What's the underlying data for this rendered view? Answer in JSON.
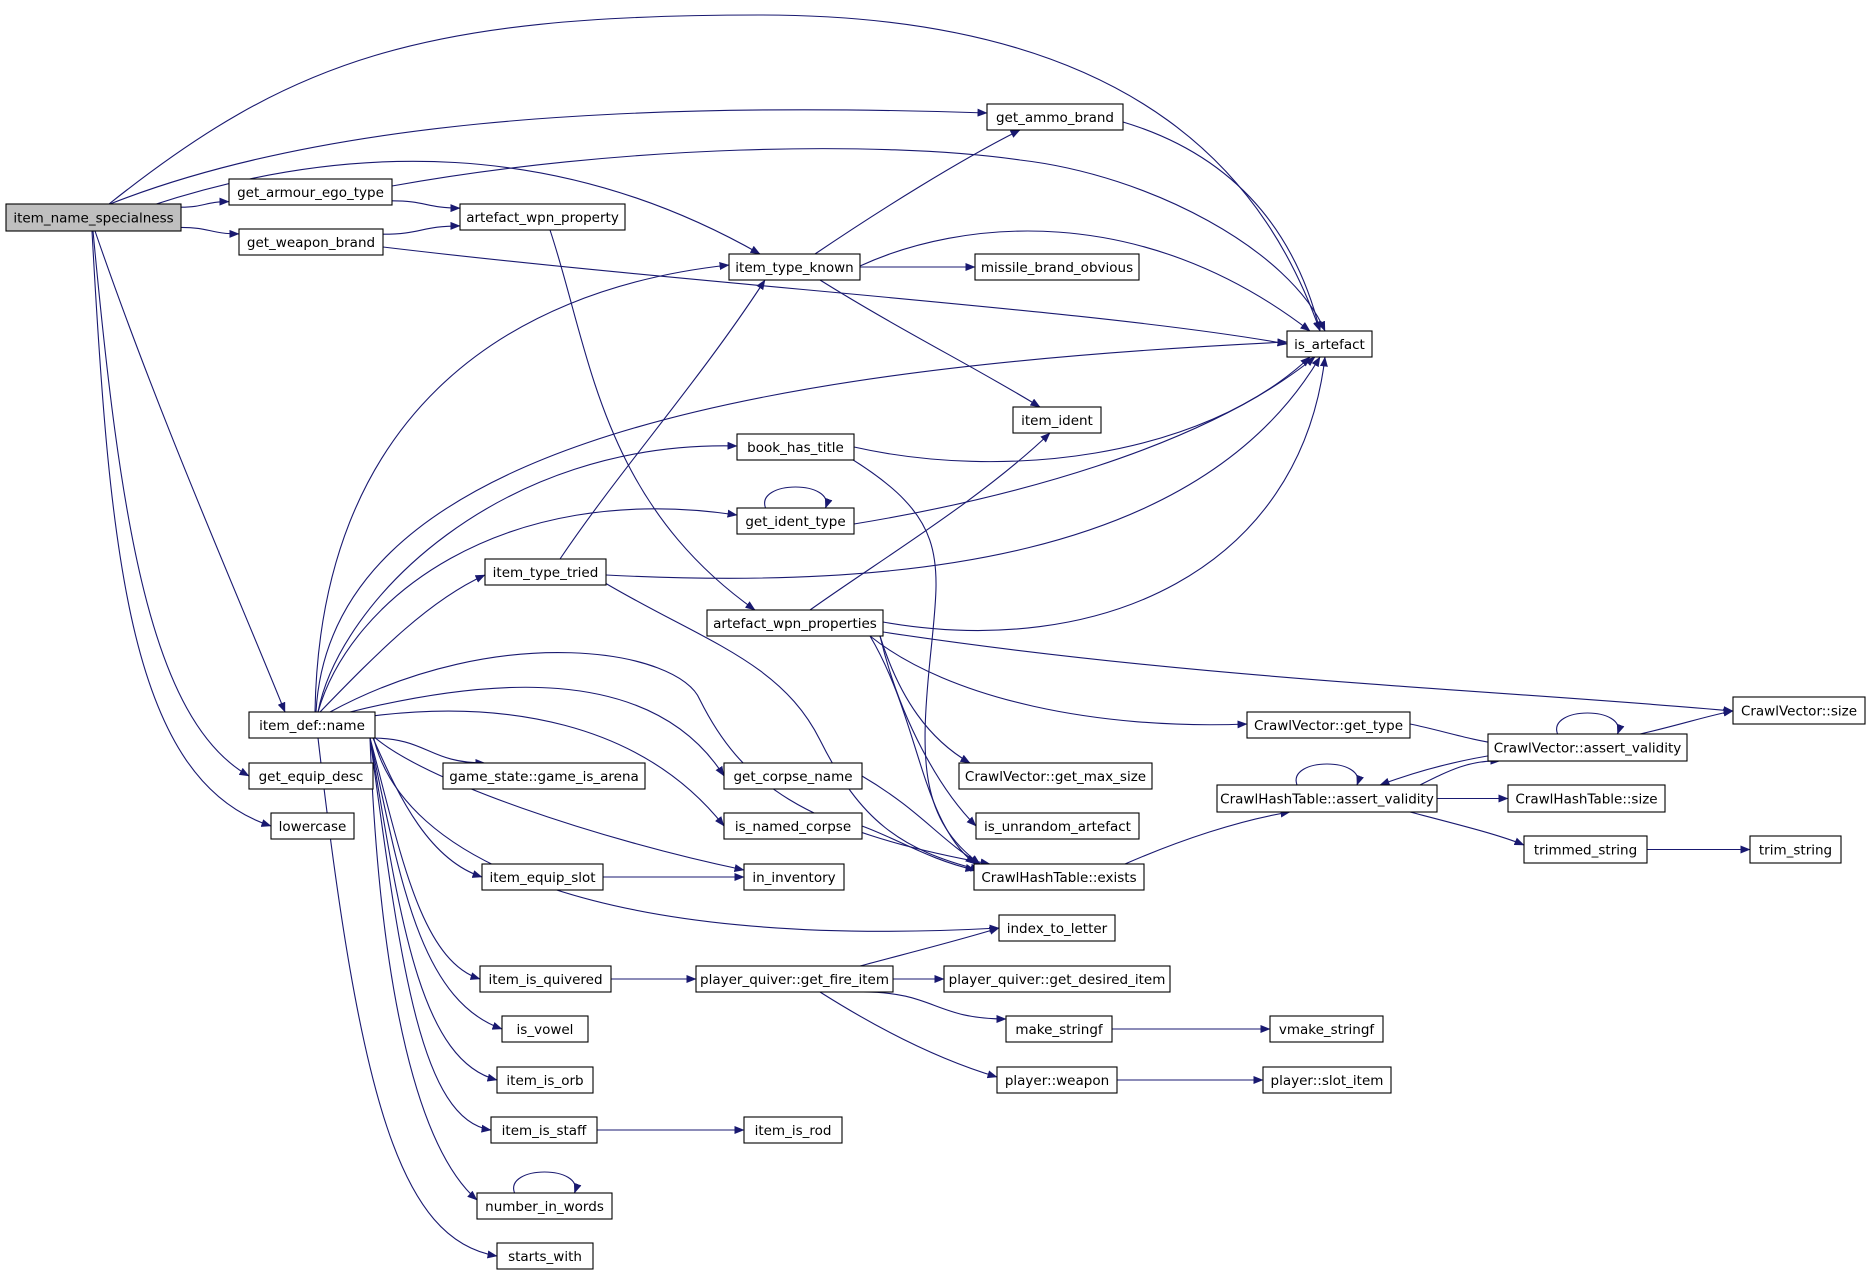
{
  "colors": {
    "edge": "#191970",
    "root_fill": "#bfbfbf",
    "node_fill": "#ffffff",
    "node_stroke": "#000000"
  },
  "root": "item_name_specialness",
  "nodes": {
    "item_name_specialness": "item_name_specialness",
    "get_armour_ego_type": "get_armour_ego_type",
    "get_weapon_brand": "get_weapon_brand",
    "artefact_wpn_property": "artefact_wpn_property",
    "get_ammo_brand": "get_ammo_brand",
    "item_type_known": "item_type_known",
    "missile_brand_obvious": "missile_brand_obvious",
    "is_artefact": "is_artefact",
    "item_ident": "item_ident",
    "book_has_title": "book_has_title",
    "get_ident_type": "get_ident_type",
    "item_type_tried": "item_type_tried",
    "artefact_wpn_properties": "artefact_wpn_properties",
    "item_def_name": "item_def::name",
    "get_equip_desc": "get_equip_desc",
    "lowercase": "lowercase",
    "game_is_arena": "game_state::game_is_arena",
    "get_corpse_name": "get_corpse_name",
    "is_named_corpse": "is_named_corpse",
    "item_equip_slot": "item_equip_slot",
    "in_inventory": "in_inventory",
    "index_to_letter": "index_to_letter",
    "item_is_quivered": "item_is_quivered",
    "get_fire_item": "player_quiver::get_fire_item",
    "get_desired_item": "player_quiver::get_desired_item",
    "make_stringf": "make_stringf",
    "vmake_stringf": "vmake_stringf",
    "player_weapon": "player::weapon",
    "slot_item": "player::slot_item",
    "is_vowel": "is_vowel",
    "item_is_orb": "item_is_orb",
    "item_is_staff": "item_is_staff",
    "item_is_rod": "item_is_rod",
    "number_in_words": "number_in_words",
    "starts_with": "starts_with",
    "cv_get_type": "CrawlVector::get_type",
    "cv_get_max_size": "CrawlVector::get_max_size",
    "is_unrandom_artefact": "is_unrandom_artefact",
    "cht_exists": "CrawlHashTable::exists",
    "cht_assert_validity": "CrawlHashTable::assert_validity",
    "cv_assert_validity": "CrawlVector::assert_validity",
    "cv_size": "CrawlVector::size",
    "cht_size": "CrawlHashTable::size",
    "trimmed_string": "trimmed_string",
    "trim_string": "trim_string"
  },
  "edges": [
    [
      "item_name_specialness",
      "get_armour_ego_type"
    ],
    [
      "item_name_specialness",
      "get_weapon_brand"
    ],
    [
      "item_name_specialness",
      "get_ammo_brand"
    ],
    [
      "item_name_specialness",
      "item_type_known"
    ],
    [
      "item_name_specialness",
      "is_artefact"
    ],
    [
      "item_name_specialness",
      "item_def_name"
    ],
    [
      "item_name_specialness",
      "get_equip_desc"
    ],
    [
      "item_name_specialness",
      "lowercase"
    ],
    [
      "get_armour_ego_type",
      "artefact_wpn_property"
    ],
    [
      "get_armour_ego_type",
      "is_artefact"
    ],
    [
      "get_weapon_brand",
      "artefact_wpn_property"
    ],
    [
      "get_weapon_brand",
      "is_artefact"
    ],
    [
      "artefact_wpn_property",
      "artefact_wpn_properties"
    ],
    [
      "get_ammo_brand",
      "is_artefact"
    ],
    [
      "item_type_known",
      "get_ammo_brand"
    ],
    [
      "item_type_known",
      "missile_brand_obvious"
    ],
    [
      "item_type_known",
      "is_artefact"
    ],
    [
      "item_type_known",
      "item_ident"
    ],
    [
      "book_has_title",
      "is_artefact"
    ],
    [
      "book_has_title",
      "cht_exists"
    ],
    [
      "get_ident_type",
      "get_ident_type"
    ],
    [
      "get_ident_type",
      "is_artefact"
    ],
    [
      "item_type_tried",
      "item_type_known"
    ],
    [
      "item_type_tried",
      "is_artefact"
    ],
    [
      "item_type_tried",
      "cht_exists"
    ],
    [
      "artefact_wpn_properties",
      "item_ident"
    ],
    [
      "artefact_wpn_properties",
      "is_artefact"
    ],
    [
      "artefact_wpn_properties",
      "cv_size"
    ],
    [
      "artefact_wpn_properties",
      "cv_get_type"
    ],
    [
      "artefact_wpn_properties",
      "cv_get_max_size"
    ],
    [
      "artefact_wpn_properties",
      "is_unrandom_artefact"
    ],
    [
      "artefact_wpn_properties",
      "cht_exists"
    ],
    [
      "item_def_name",
      "item_type_known"
    ],
    [
      "item_def_name",
      "is_artefact"
    ],
    [
      "item_def_name",
      "book_has_title"
    ],
    [
      "item_def_name",
      "get_ident_type"
    ],
    [
      "item_def_name",
      "item_type_tried"
    ],
    [
      "item_def_name",
      "cht_exists"
    ],
    [
      "item_def_name",
      "game_is_arena"
    ],
    [
      "item_def_name",
      "get_corpse_name"
    ],
    [
      "item_def_name",
      "is_named_corpse"
    ],
    [
      "item_def_name",
      "in_inventory"
    ],
    [
      "item_def_name",
      "item_equip_slot"
    ],
    [
      "item_def_name",
      "index_to_letter"
    ],
    [
      "item_def_name",
      "item_is_quivered"
    ],
    [
      "item_def_name",
      "is_vowel"
    ],
    [
      "item_def_name",
      "item_is_orb"
    ],
    [
      "item_def_name",
      "item_is_staff"
    ],
    [
      "item_def_name",
      "number_in_words"
    ],
    [
      "item_def_name",
      "starts_with"
    ],
    [
      "get_corpse_name",
      "cht_exists"
    ],
    [
      "is_named_corpse",
      "cht_exists"
    ],
    [
      "item_equip_slot",
      "in_inventory"
    ],
    [
      "item_is_quivered",
      "get_fire_item"
    ],
    [
      "get_fire_item",
      "index_to_letter"
    ],
    [
      "get_fire_item",
      "get_desired_item"
    ],
    [
      "get_fire_item",
      "make_stringf"
    ],
    [
      "get_fire_item",
      "player_weapon"
    ],
    [
      "make_stringf",
      "vmake_stringf"
    ],
    [
      "player_weapon",
      "slot_item"
    ],
    [
      "item_is_staff",
      "item_is_rod"
    ],
    [
      "number_in_words",
      "number_in_words"
    ],
    [
      "cht_exists",
      "cht_assert_validity"
    ],
    [
      "cht_assert_validity",
      "cht_assert_validity"
    ],
    [
      "cht_assert_validity",
      "cv_assert_validity"
    ],
    [
      "cht_assert_validity",
      "cht_size"
    ],
    [
      "cht_assert_validity",
      "trimmed_string"
    ],
    [
      "cv_get_type",
      "cv_assert_validity"
    ],
    [
      "cv_assert_validity",
      "cv_assert_validity"
    ],
    [
      "cv_assert_validity",
      "cht_assert_validity"
    ],
    [
      "cv_assert_validity",
      "cv_size"
    ],
    [
      "trimmed_string",
      "trim_string"
    ]
  ]
}
